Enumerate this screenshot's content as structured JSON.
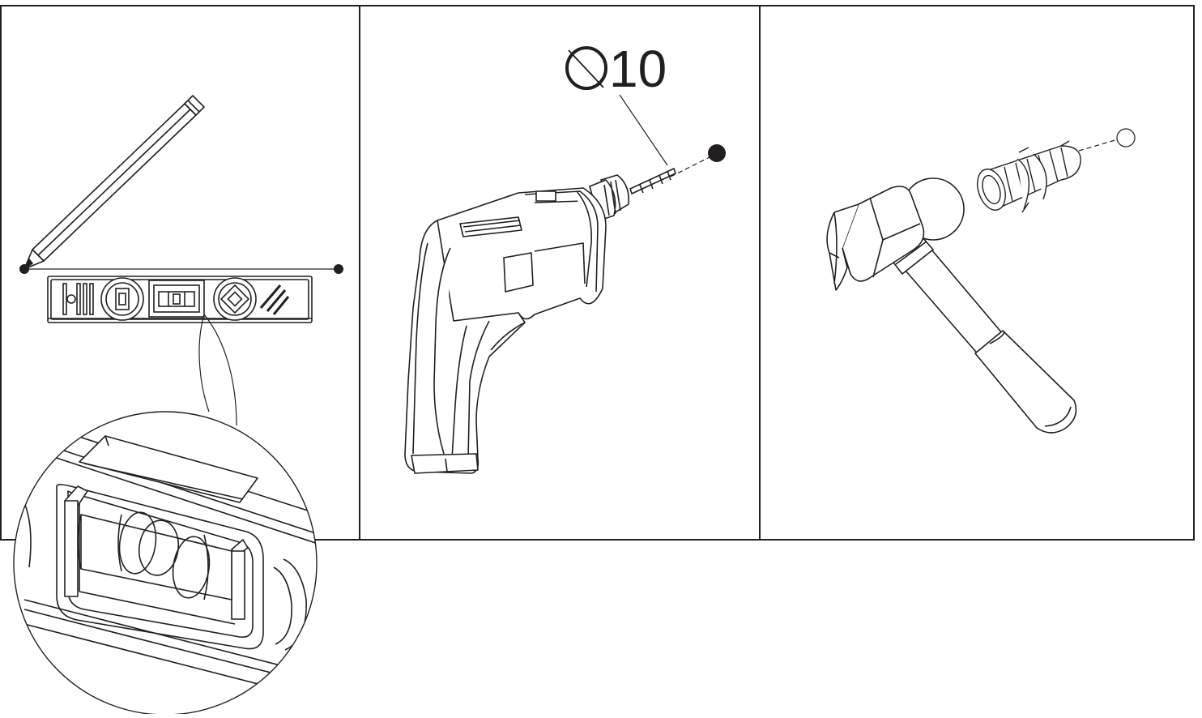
{
  "diagram": {
    "panels": [
      {
        "id": "mark",
        "tools": [
          "pencil",
          "spirit-level"
        ]
      },
      {
        "id": "drill",
        "tools": [
          "electric-drill",
          "drill-bit"
        ]
      },
      {
        "id": "anchor",
        "tools": [
          "hammer",
          "wall-plug"
        ]
      }
    ],
    "drill_bit_size": "Ø10",
    "drill_bit_size_digits": "10",
    "line_color": "#231f20",
    "mark_color": "#231f20"
  }
}
